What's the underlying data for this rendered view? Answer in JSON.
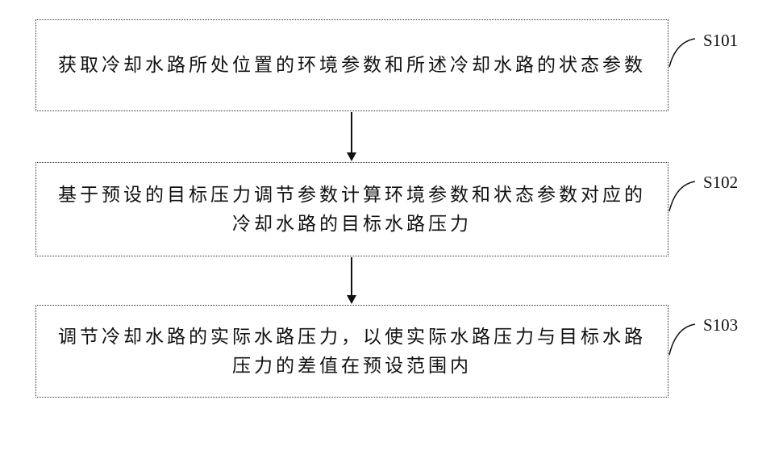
{
  "steps": [
    {
      "id": "S101",
      "text": "获取冷却水路所处位置的环境参数和所述冷却水路的状态参数"
    },
    {
      "id": "S102",
      "text": "基于预设的目标压力调节参数计算环境参数和状态参数对应的冷却水路的目标水路压力"
    },
    {
      "id": "S103",
      "text": "调节冷却水路的实际水路压力，以使实际水路压力与目标水路压力的差值在预设范围内"
    }
  ],
  "colors": {
    "line": "#111111",
    "border": "#333333"
  }
}
